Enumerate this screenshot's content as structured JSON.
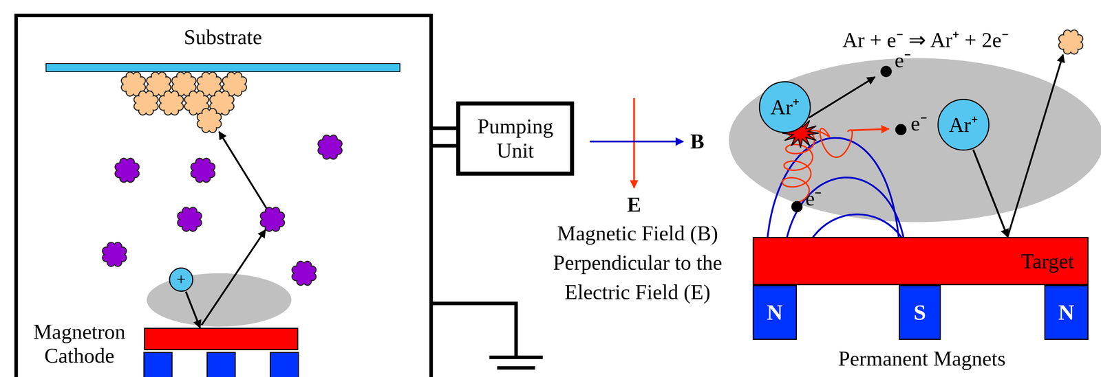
{
  "diagram": {
    "nodes": [
      {
        "text": [
          "Substrate"
        ]
      },
      {
        "text": [
          "Magnetron Cathode"
        ]
      },
      {
        "text": [
          "+"
        ]
      },
      {
        "text": [
          "Pumping Unit"
        ]
      },
      {
        "text": [
          "Ar⁺"
        ]
      },
      {
        "text": [
          "Ar⁺"
        ]
      },
      {
        "text": [
          "Target"
        ]
      },
      {
        "text": [
          "N"
        ]
      },
      {
        "text": [
          "S"
        ]
      },
      {
        "text": [
          "N"
        ]
      }
    ],
    "edges": [
      {
        "from": 2,
        "to": 1,
        "arrow": "to"
      },
      {
        "from": 5,
        "to": 6,
        "arrow": "to"
      }
    ],
    "labels": [
      "Ar + e⁻ ⇒ Ar⁺ + 2e⁻",
      "e⁻",
      "e⁻",
      "e⁻",
      "B",
      "E",
      "Magnetic Field (B) Perpendicular to the Electric Field (E)",
      "Permanent Magnets"
    ]
  }
}
